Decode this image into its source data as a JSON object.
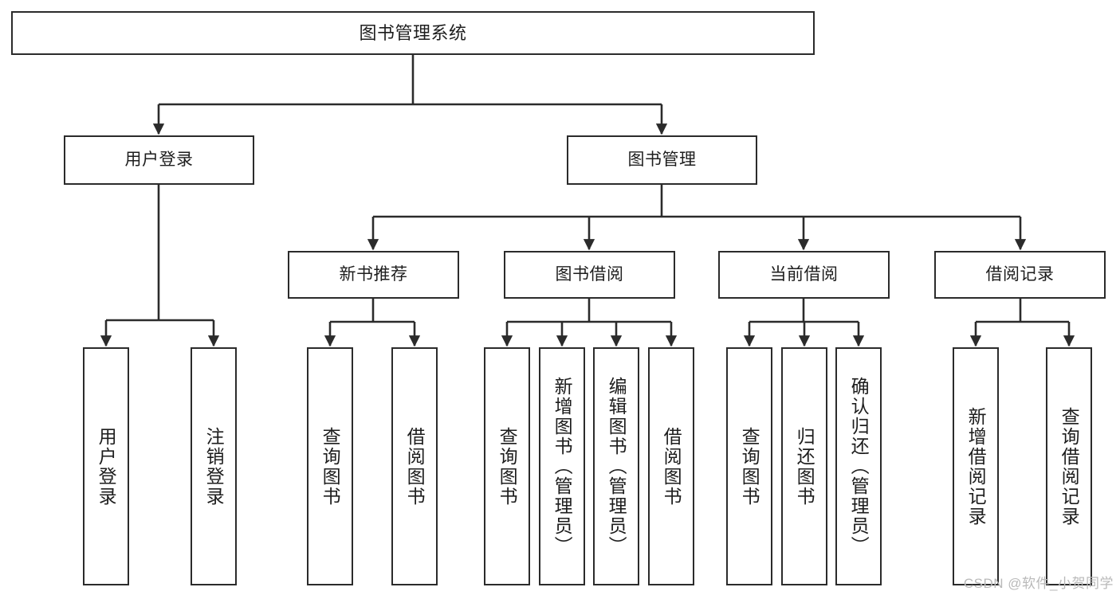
{
  "diagram": {
    "type": "tree",
    "title": "图书管理系统",
    "watermark": "CSDN @软件_小贺同学",
    "colors": {
      "border": "#2b2b2b",
      "text": "#1d1d1d",
      "background": "#ffffff",
      "edge": "#2b2b2b",
      "watermark": "#b9b9b9"
    },
    "nodes": {
      "root": {
        "label": "图书管理系统"
      },
      "level1": [
        {
          "id": "user-login",
          "label": "用户登录"
        },
        {
          "id": "book-management",
          "label": "图书管理"
        }
      ],
      "level2": [
        {
          "id": "new-book-recommend",
          "label": "新书推荐"
        },
        {
          "id": "book-borrow",
          "label": "图书借阅"
        },
        {
          "id": "current-borrow",
          "label": "当前借阅"
        },
        {
          "id": "borrow-record",
          "label": "借阅记录"
        }
      ],
      "leaves": {
        "user_login": [
          {
            "id": "leaf-user-login",
            "label": "用户登录"
          },
          {
            "id": "leaf-logout-login",
            "label": "注销登录"
          }
        ],
        "new_book_recommend": [
          {
            "id": "leaf-query-book-1",
            "label": "查询图书"
          },
          {
            "id": "leaf-borrow-book-1",
            "label": "借阅图书"
          }
        ],
        "book_borrow": [
          {
            "id": "leaf-query-book-2",
            "label": "查询图书"
          },
          {
            "id": "leaf-add-book-admin",
            "label": "新增图书（管理员）"
          },
          {
            "id": "leaf-edit-book-admin",
            "label": "编辑图书（管理员）"
          },
          {
            "id": "leaf-borrow-book-2",
            "label": "借阅图书"
          }
        ],
        "current_borrow": [
          {
            "id": "leaf-query-book-3",
            "label": "查询图书"
          },
          {
            "id": "leaf-return-book",
            "label": "归还图书"
          },
          {
            "id": "leaf-confirm-return-admin",
            "label": "确认归还（管理员）"
          }
        ],
        "borrow_record": [
          {
            "id": "leaf-add-borrow-record",
            "label": "新增借阅记录"
          },
          {
            "id": "leaf-query-borrow-record",
            "label": "查询借阅记录"
          }
        ]
      }
    }
  }
}
